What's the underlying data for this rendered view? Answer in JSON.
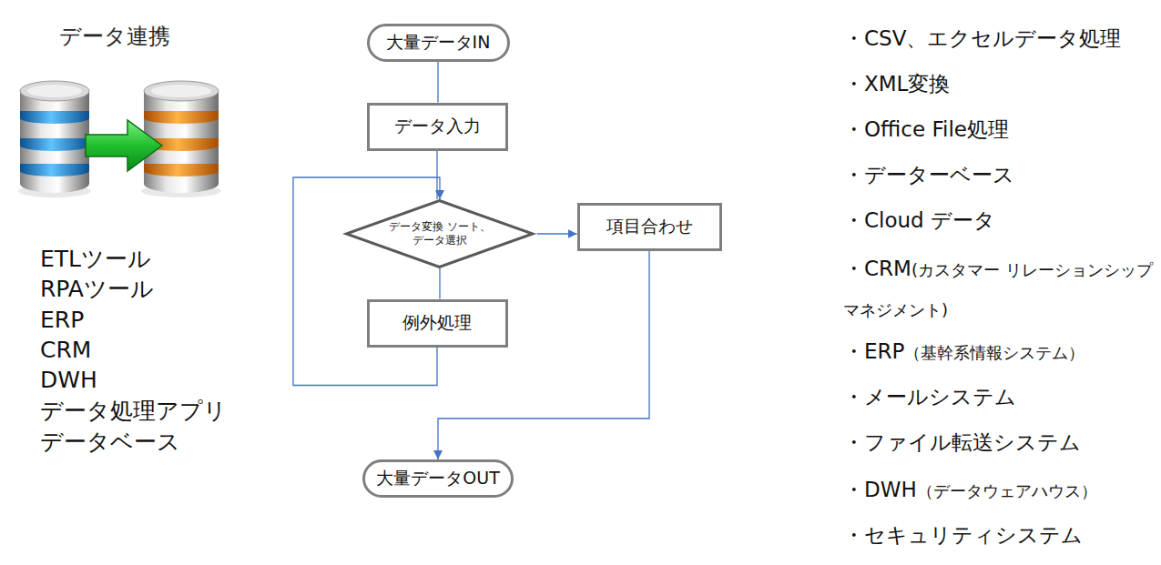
{
  "diagram": {
    "title": "データ連携",
    "nodes": [
      {
        "text": [
          "大量データIN"
        ]
      },
      {
        "text": [
          "データ入力"
        ]
      },
      {
        "text": [
          "データ変換 ソート、データ選択"
        ]
      },
      {
        "text": [
          "項目合わせ"
        ]
      },
      {
        "text": [
          "例外処理"
        ]
      },
      {
        "text": [
          "大量データOUT"
        ]
      }
    ],
    "edges": [
      {
        "from": 0,
        "to": 1,
        "arrow": "none"
      },
      {
        "from": 1,
        "to": 2,
        "arrow": "none"
      },
      {
        "from": 2,
        "to": 3,
        "arrow": "to"
      },
      {
        "from": 2,
        "to": 4,
        "arrow": "none"
      },
      {
        "from": 4,
        "to": 2,
        "arrow": "to"
      },
      {
        "from": 3,
        "to": 5,
        "arrow": "to"
      }
    ],
    "labels": [
      "ETLツール",
      "RPAツール",
      "ERP",
      "CRM",
      "DWH",
      "データ処理アプリ",
      "データベース",
      "・CSV、エクセルデータ処理",
      "・XML変換",
      "・Office File処理",
      "・データーベース",
      "・Cloud データ",
      "・CRM",
      "(カスタマー リレーションシップ マネジメント)",
      "・ERP",
      "（基幹系情報システム）",
      "・メールシステム",
      "・ファイル転送システム",
      "・DWH",
      "（データウェアハウス）",
      "・セキュリティシステム"
    ]
  }
}
